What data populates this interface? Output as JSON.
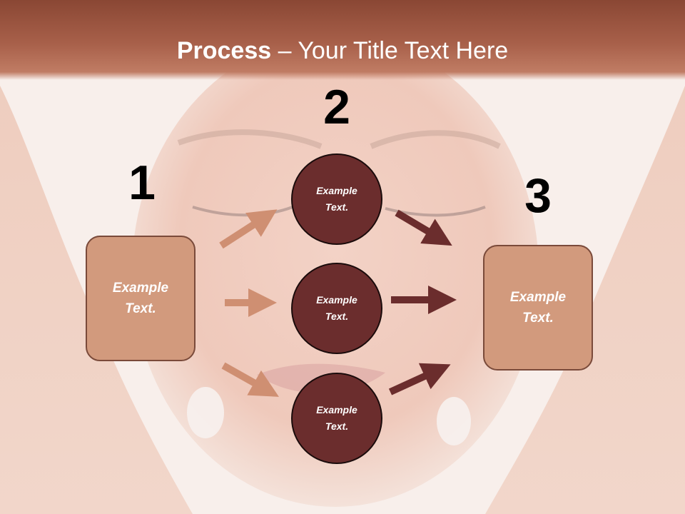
{
  "title": {
    "bold": "Process",
    "rest": " – Your Title Text Here"
  },
  "steps": [
    {
      "number": "1",
      "label": "Example Text."
    },
    {
      "number": "2",
      "label": "Example Text."
    },
    {
      "number": "3",
      "label": "Example Text."
    }
  ],
  "circles": [
    {
      "label": "Example Text."
    },
    {
      "label": "Example Text."
    },
    {
      "label": "Example Text."
    }
  ],
  "colors": {
    "banner": "#a8604a",
    "box_fill": "#d29a7d",
    "circle_fill": "#6b2d2d",
    "arrow_light": "#cf8f72",
    "arrow_dark": "#6b2d2d"
  }
}
